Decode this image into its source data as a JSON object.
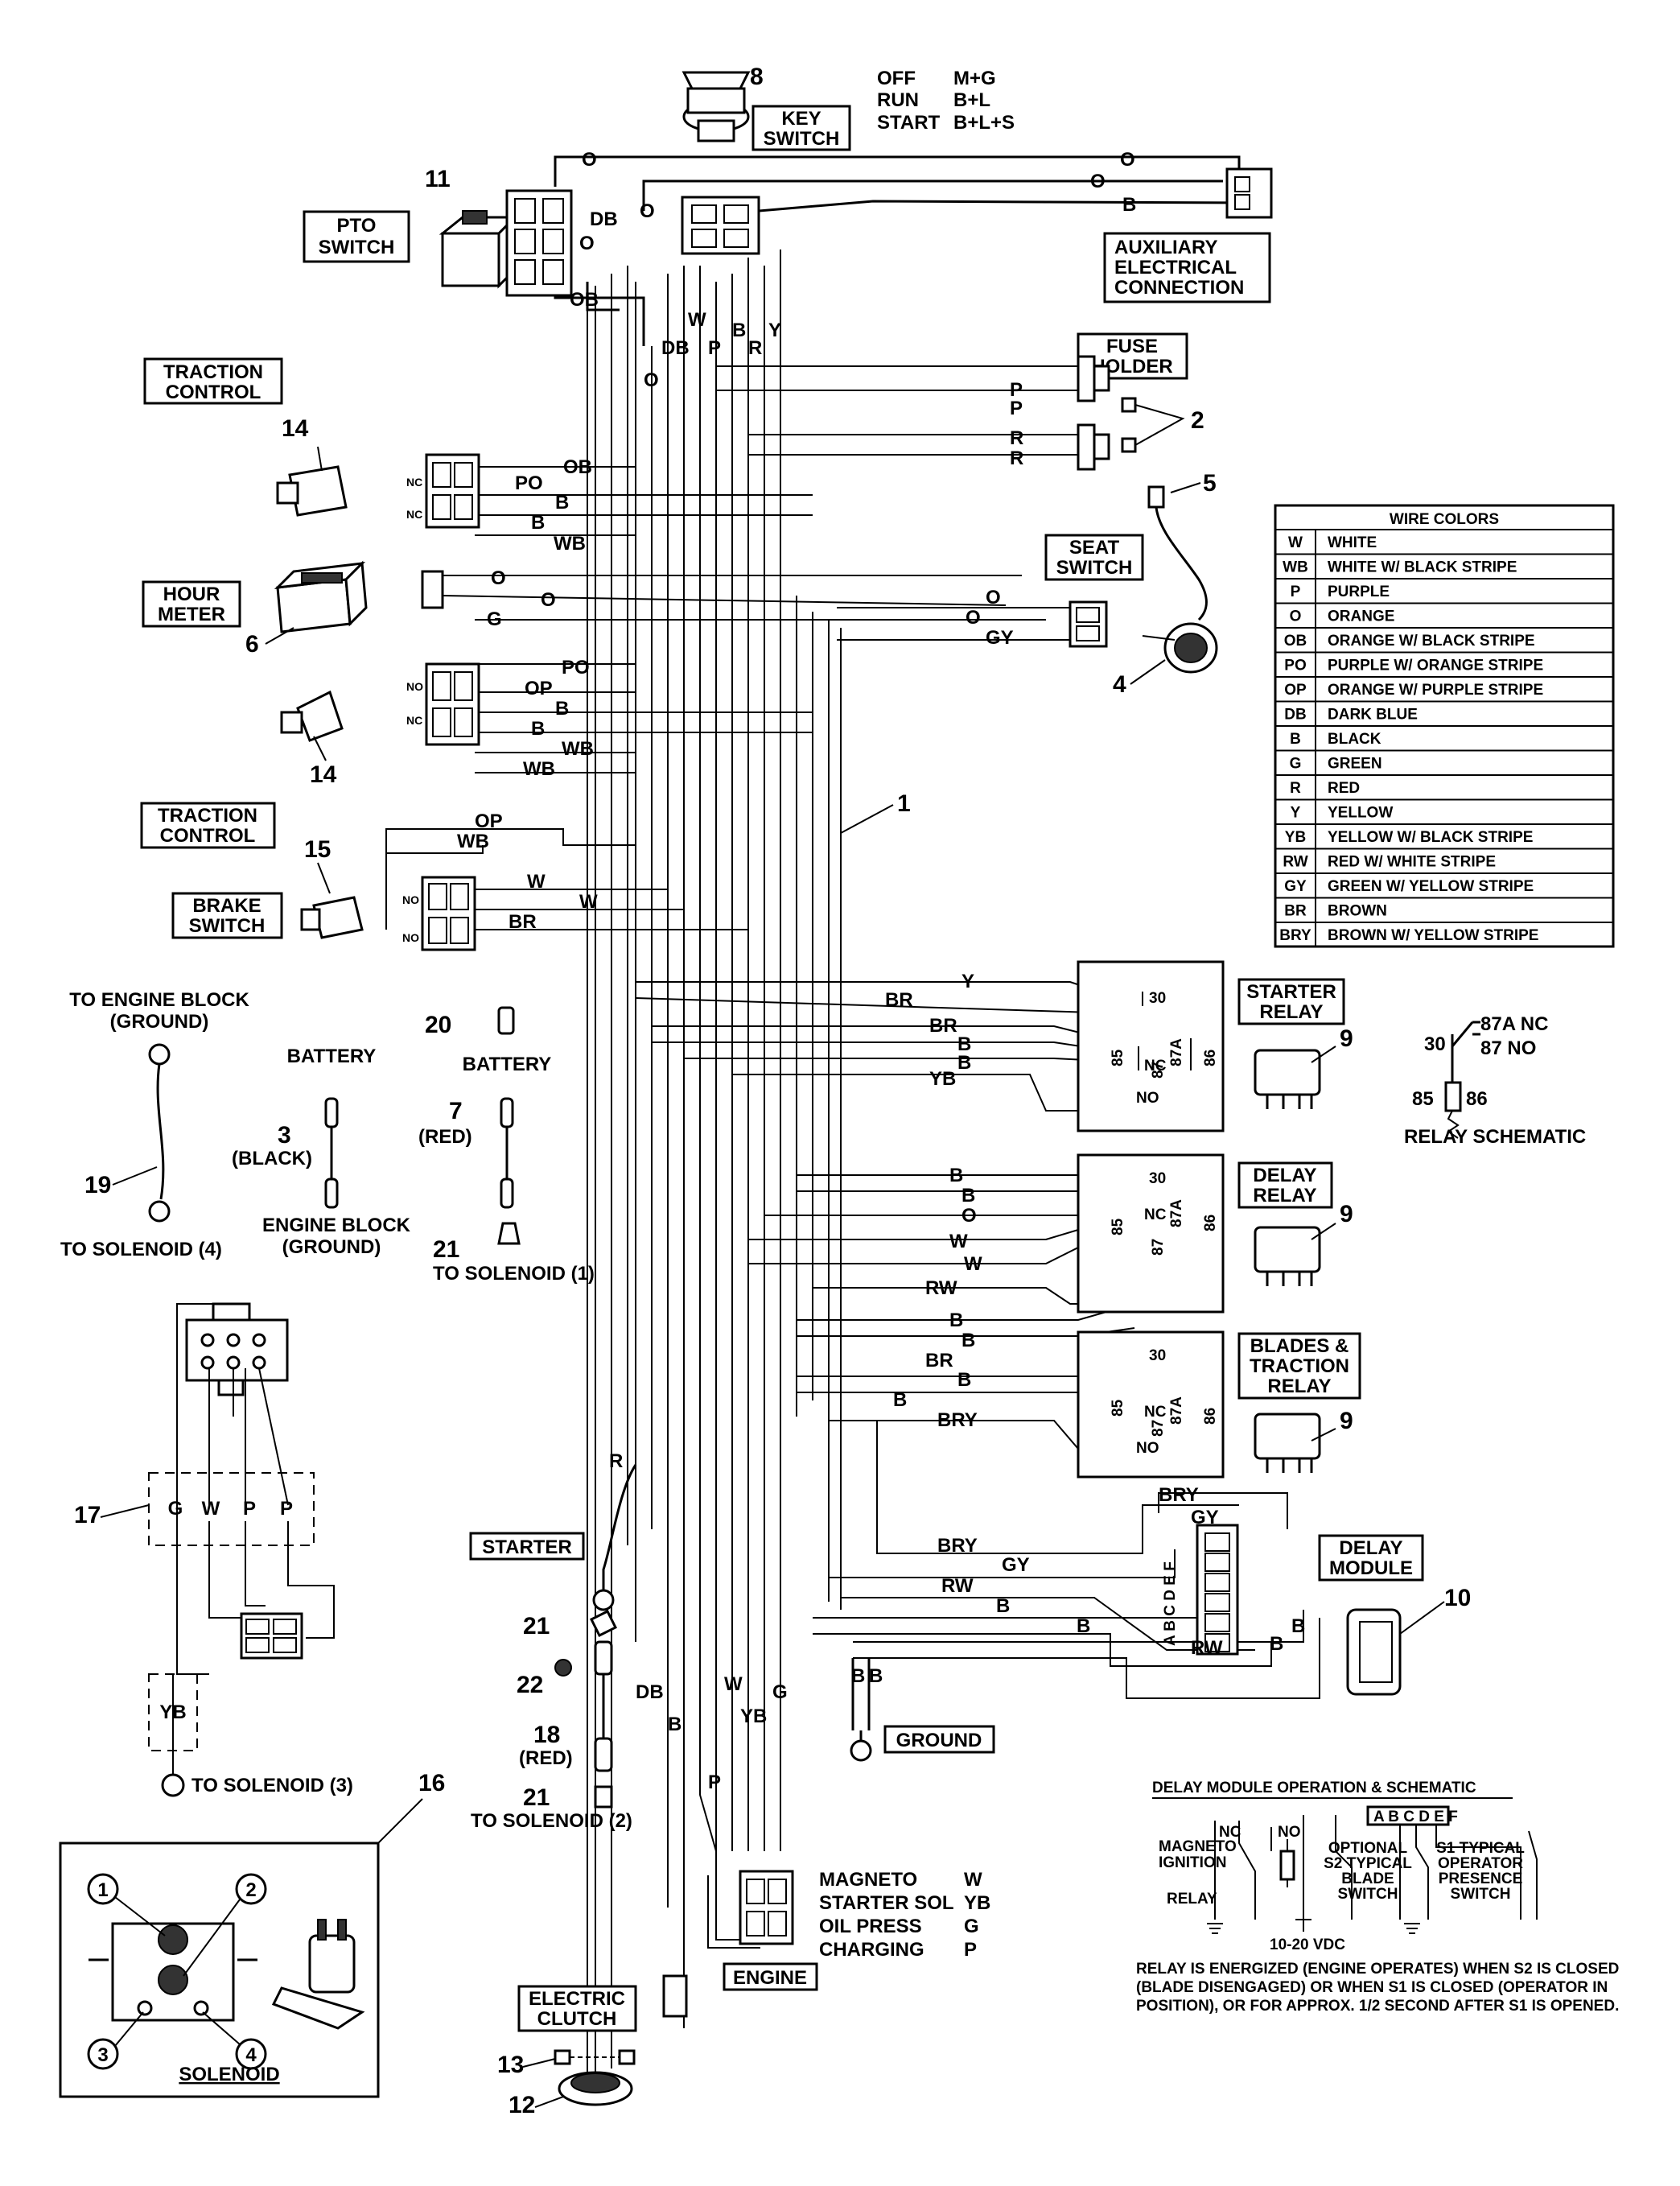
{
  "key_switch": {
    "number": "8",
    "label_line1": "KEY",
    "label_line2": "SWITCH",
    "positions": [
      {
        "pos": "OFF",
        "contacts": "M+G"
      },
      {
        "pos": "RUN",
        "contacts": "B+L"
      },
      {
        "pos": "START",
        "contacts": "B+L+S"
      }
    ]
  },
  "pto_switch": {
    "number": "11",
    "line1": "PTO",
    "line2": "SWITCH"
  },
  "aux_connection": {
    "line1": "AUXILIARY",
    "line2": "ELECTRICAL",
    "line3": "CONNECTION"
  },
  "fuse_holder": {
    "line1": "FUSE",
    "line2": "HOLDER",
    "number": "2"
  },
  "traction_control_top": {
    "line1": "TRACTION",
    "line2": "CONTROL",
    "number": "14"
  },
  "traction_control_bottom": {
    "line1": "TRACTION",
    "line2": "CONTROL",
    "number": "14"
  },
  "hour_meter": {
    "line1": "HOUR",
    "line2": "METER",
    "number": "6"
  },
  "seat_switch": {
    "line1": "SEAT",
    "line2": "SWITCH",
    "number": "4",
    "sensor_number": "5"
  },
  "brake_switch": {
    "line1": "BRAKE",
    "line2": "SWITCH",
    "number": "15"
  },
  "harness_number": "1",
  "wire_colors": {
    "title": "WIRE COLORS",
    "rows": [
      {
        "code": "W",
        "name": "WHITE"
      },
      {
        "code": "WB",
        "name": "WHITE W/ BLACK STRIPE"
      },
      {
        "code": "P",
        "name": "PURPLE"
      },
      {
        "code": "O",
        "name": "ORANGE"
      },
      {
        "code": "OB",
        "name": "ORANGE W/ BLACK STRIPE"
      },
      {
        "code": "PO",
        "name": "PURPLE W/ ORANGE STRIPE"
      },
      {
        "code": "OP",
        "name": "ORANGE W/ PURPLE STRIPE"
      },
      {
        "code": "DB",
        "name": "DARK BLUE"
      },
      {
        "code": "B",
        "name": "BLACK"
      },
      {
        "code": "G",
        "name": "GREEN"
      },
      {
        "code": "R",
        "name": "RED"
      },
      {
        "code": "Y",
        "name": "YELLOW"
      },
      {
        "code": "YB",
        "name": "YELLOW W/ BLACK STRIPE"
      },
      {
        "code": "RW",
        "name": "RED W/ WHITE STRIPE"
      },
      {
        "code": "GY",
        "name": "GREEN W/ YELLOW STRIPE"
      },
      {
        "code": "BR",
        "name": "BROWN"
      },
      {
        "code": "BRY",
        "name": "BROWN W/ YELLOW STRIPE"
      }
    ]
  },
  "starter_relay": {
    "line1": "STARTER",
    "line2": "RELAY",
    "number": "9"
  },
  "delay_relay": {
    "line1": "DELAY",
    "line2": "RELAY",
    "number": "9"
  },
  "blades_relay": {
    "line1": "BLADES &",
    "line2": "TRACTION",
    "line3": "RELAY",
    "number": "9"
  },
  "relay_pins": {
    "p30": "30",
    "p85": "85",
    "p86": "86",
    "p87": "87",
    "p87a": "87A",
    "nc": "NC",
    "no": "NO"
  },
  "relay_schematic": {
    "title": "RELAY SCHEMATIC",
    "p87a_nc": "87A  NC",
    "p87_no": "87  NO",
    "p30": "30",
    "p85": "85",
    "p86": "86"
  },
  "delay_module": {
    "line1": "DELAY",
    "line2": "MODULE",
    "number": "10",
    "pins": "A B C D E F"
  },
  "ground": {
    "label": "GROUND"
  },
  "engine_block_ground": {
    "line1": "TO ENGINE BLOCK",
    "line2": "(GROUND)",
    "cable_number": "19",
    "to_solenoid": "TO SOLENOID (4)"
  },
  "battery_black": {
    "label": "BATTERY",
    "number": "3",
    "color": "(BLACK)",
    "bottom1": "ENGINE BLOCK",
    "bottom2": "(GROUND)"
  },
  "battery_red": {
    "label": "BATTERY",
    "cap_number": "20",
    "number": "7",
    "color": "(RED)",
    "boot_number": "21",
    "to_solenoid": "TO SOLENOID (1)"
  },
  "connector_17": {
    "number": "17",
    "pins": [
      "G",
      "W",
      "P",
      "P"
    ],
    "yb": "YB",
    "to_solenoid": "TO SOLENOID (3)"
  },
  "starter": {
    "label": "STARTER",
    "boot_top": "21",
    "nut": "22",
    "cable": "18",
    "color": "(RED)",
    "boot_bottom": "21",
    "to_solenoid": "TO SOLENOID (2)"
  },
  "solenoid": {
    "number": "16",
    "label": "SOLENOID",
    "terminals": [
      "1",
      "2",
      "3",
      "4"
    ]
  },
  "engine": {
    "label": "ENGINE",
    "rows": [
      {
        "name": "MAGNETO",
        "code": "W"
      },
      {
        "name": "STARTER SOL",
        "code": "YB"
      },
      {
        "name": "OIL PRESS",
        "code": "G"
      },
      {
        "name": "CHARGING",
        "code": "P"
      }
    ]
  },
  "clutch": {
    "line1": "ELECTRIC",
    "line2": "CLUTCH",
    "n13": "13",
    "n12": "12"
  },
  "delay_op": {
    "title": "DELAY MODULE OPERATION & SCHEMATIC",
    "magneto1": "MAGNETO",
    "magneto2": "IGNITION",
    "relay": "RELAY",
    "nc": "NC",
    "no": "NO",
    "pins": "A B C D E F",
    "s2_1": "OPTIONAL",
    "s2_2": "S2 TYPICAL",
    "s2_3": "BLADE",
    "s2_4": "SWITCH",
    "s1_1": "S1 TYPICAL",
    "s1_2": "OPERATOR",
    "s1_3": "PRESENCE",
    "s1_4": "SWITCH",
    "vdc": "10-20 VDC",
    "note1": "RELAY IS ENERGIZED (ENGINE OPERATES) WHEN S2 IS CLOSED",
    "note2": "(BLADE DISENGAGED) OR WHEN S1 IS CLOSED (OPERATOR IN",
    "note3": "POSITION), OR FOR APPROX. 1/2 SECOND AFTER S1 IS OPENED."
  },
  "wire_labels": {
    "o": "O",
    "b": "B",
    "db": "DB",
    "w": "W",
    "p": "P",
    "r": "R",
    "y": "Y",
    "ob": "OB",
    "po": "PO",
    "wb": "WB",
    "g": "G",
    "op": "OP",
    "br": "BR",
    "gy": "GY",
    "yb": "YB",
    "rw": "RW",
    "bry": "BRY",
    "nc": "NC",
    "no": "NO"
  }
}
